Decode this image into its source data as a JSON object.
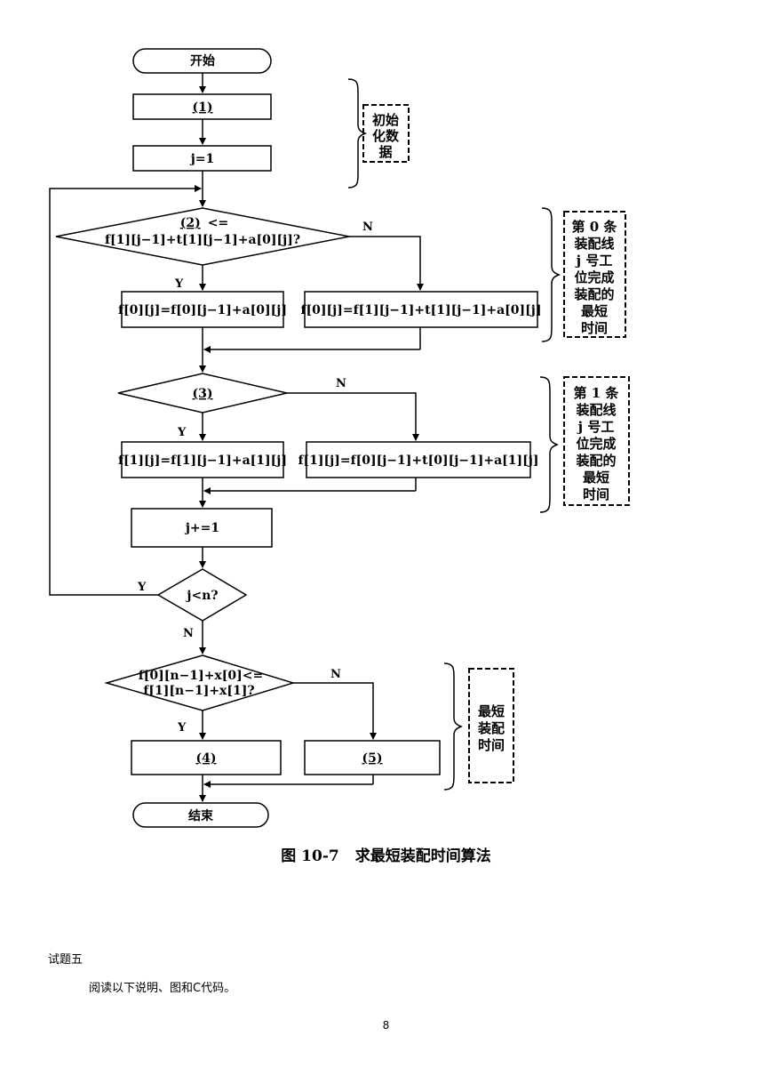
{
  "flow": {
    "start": "开始",
    "step1": "(1)",
    "j_init": "j=1",
    "cond2_blank": "(2)",
    "cond2_op": "<=",
    "cond2_rest": "f[1][j−1]+t[1][j−1]+a[0][j]?",
    "assign_f0_yes": "f[0][j]=f[0][j−1]+a[0][j]",
    "assign_f0_no": "f[0][j]=f[1][j−1]+t[1][j−1]+a[0][j]",
    "cond3": "(3)",
    "assign_f1_yes": "f[1][j]=f[1][j−1]+a[1][j]",
    "assign_f1_no": "f[1][j]=f[0][j−1]+t[0][j−1]+a[1][j]",
    "j_inc": "j+=1",
    "loop_cond": "j<n?",
    "final_cond_line1": "f[0][n−1]+x[0]<=",
    "final_cond_line2": "f[1][n−1]+x[1]?",
    "step4": "(4)",
    "step5": "(5)",
    "end": "结束",
    "yes": "Y",
    "no": "N"
  },
  "notes": {
    "init": [
      "初始",
      "化数",
      "据"
    ],
    "line0": [
      "第 0 条",
      "装配线",
      "j 号工",
      "位完成",
      "装配的",
      "最短",
      "时间"
    ],
    "line1": [
      "第 1 条",
      "装配线",
      "j 号工",
      "位完成",
      "装配的",
      "最短",
      "时间"
    ],
    "shortest": [
      "最短",
      "装配",
      "时间"
    ]
  },
  "caption": {
    "number": "图 10-7",
    "title": "求最短装配时间算法"
  },
  "question_title": "试题五",
  "question_text": "阅读以下说明、图和C代码。",
  "page_number": "8"
}
